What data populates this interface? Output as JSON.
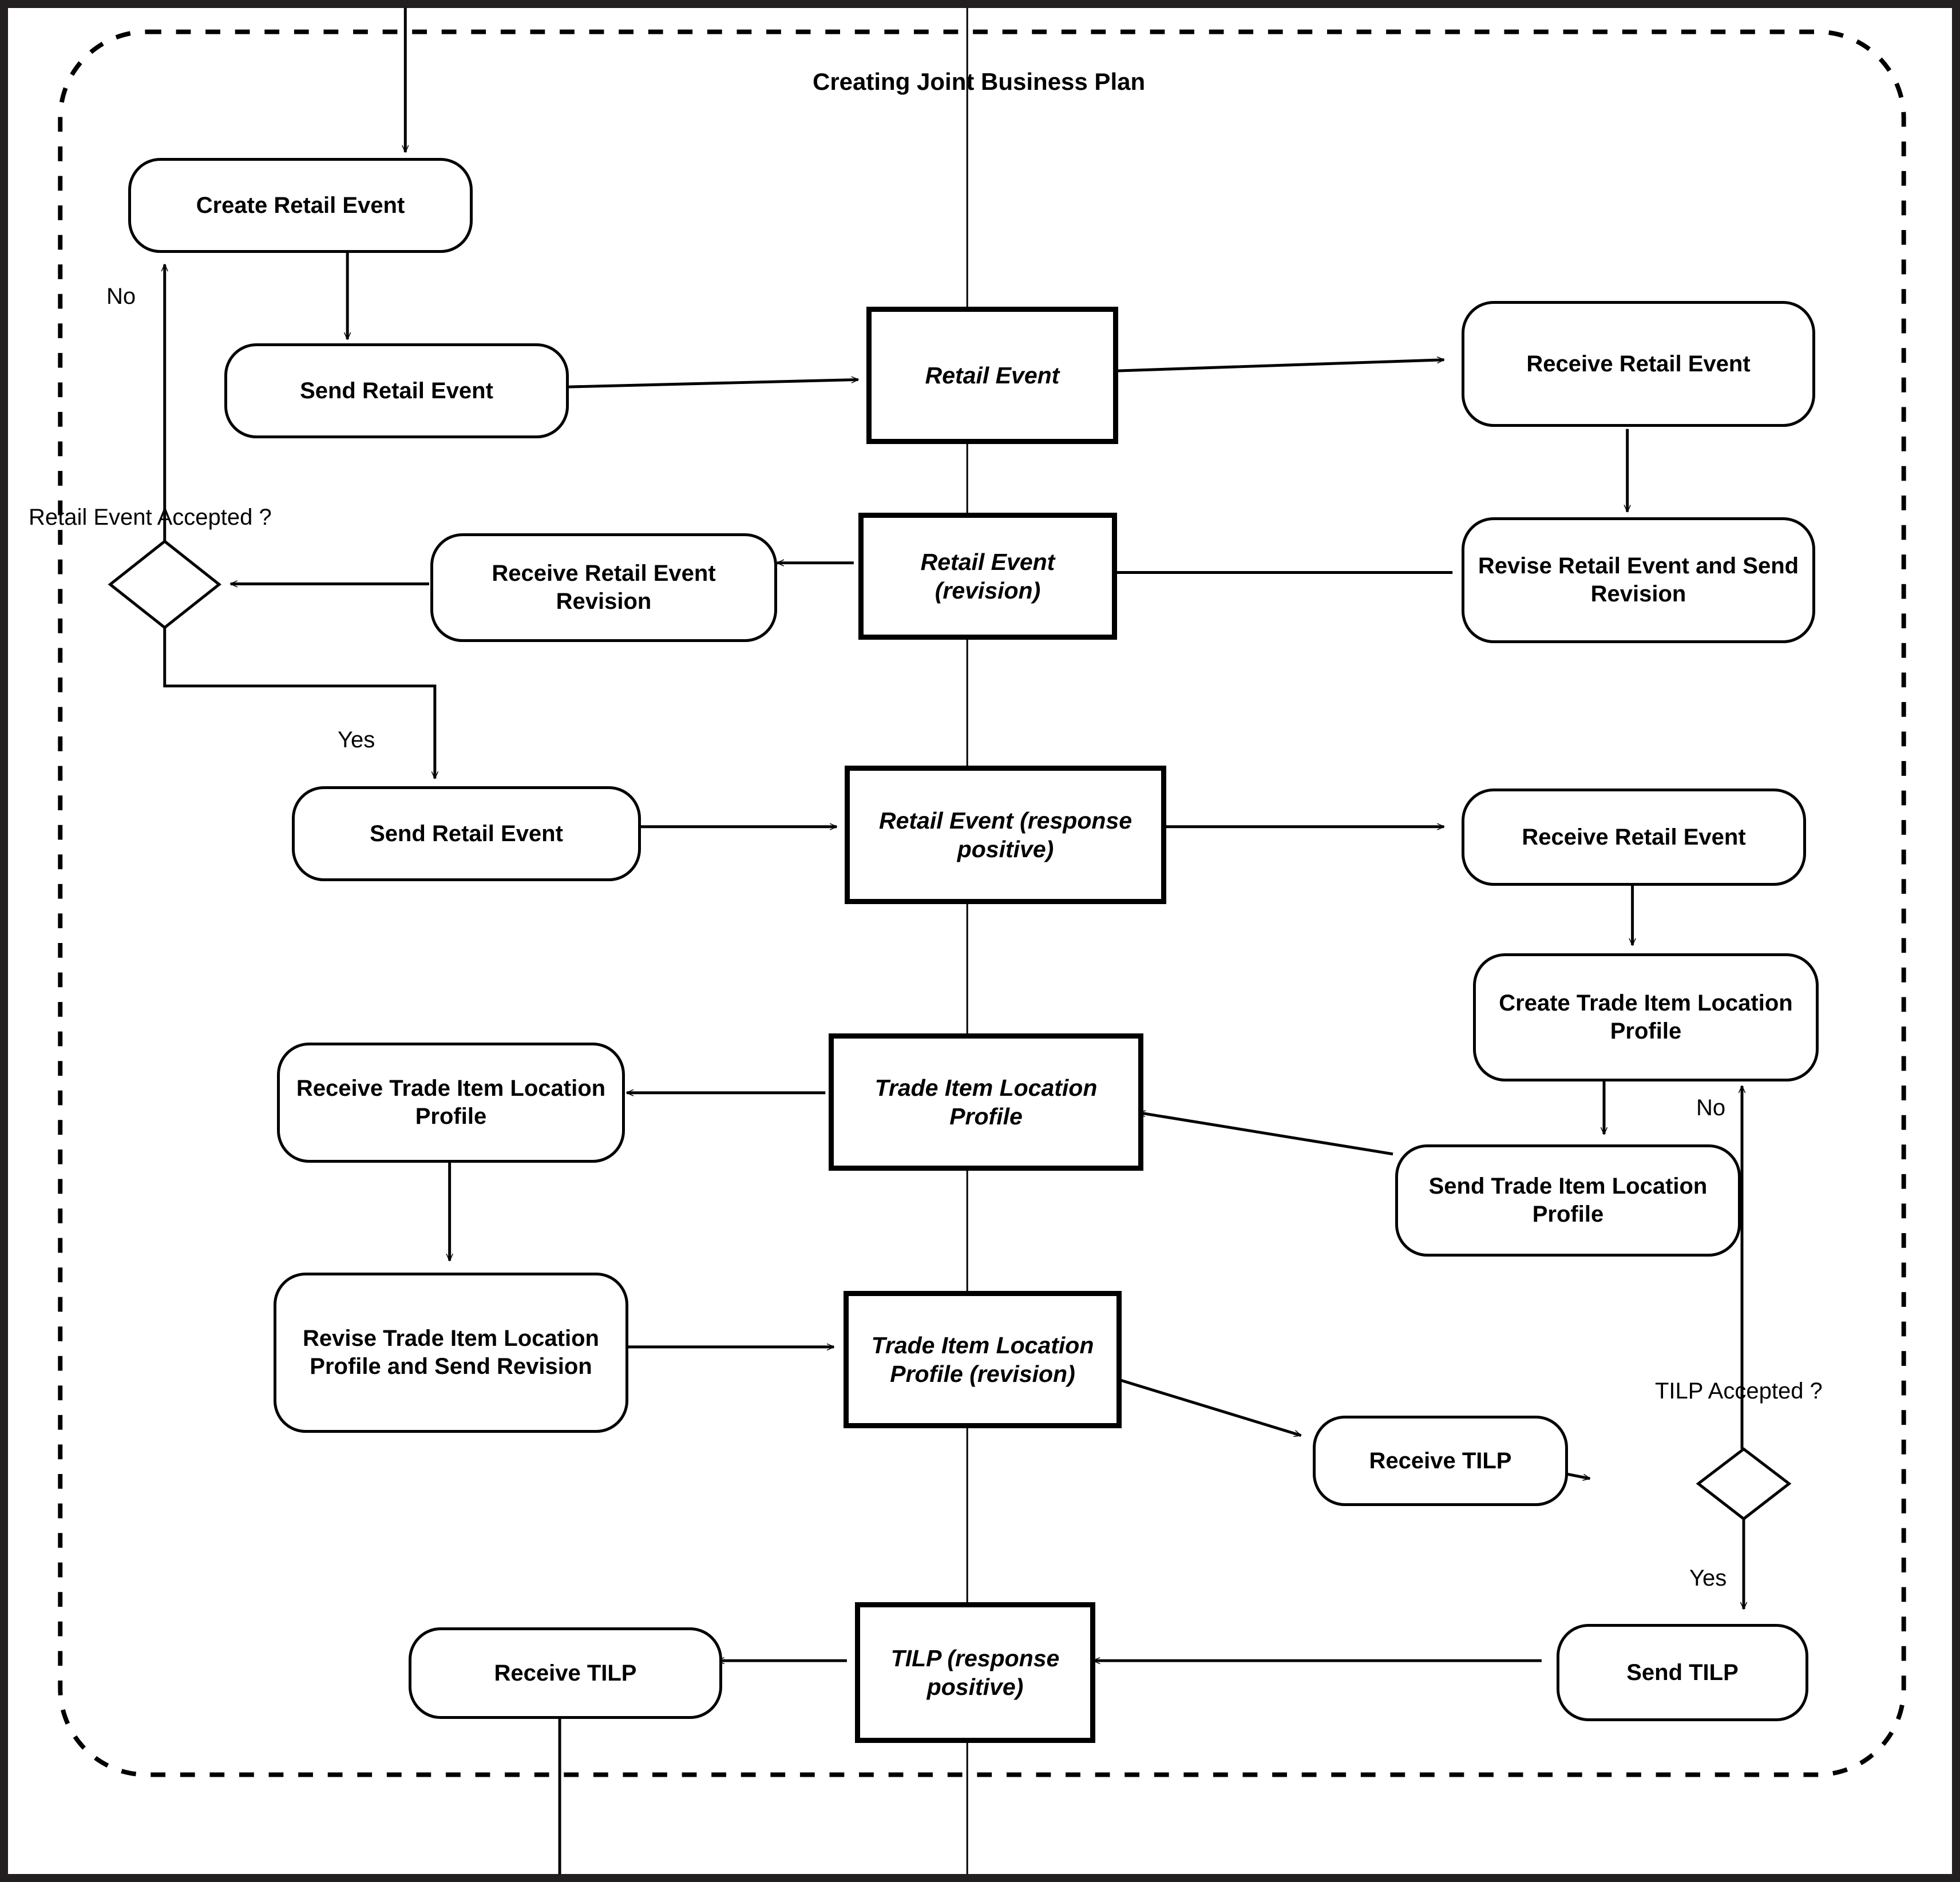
{
  "diagram": {
    "title": "Creating Joint Business Plan",
    "frame": {
      "style": "dashed-rounded-rectangle"
    },
    "lane_divider": {
      "style": "thin-vertical-line"
    }
  },
  "nodes": [
    {
      "id": "create-retail-event",
      "kind": "action",
      "label": "Create Retail Event"
    },
    {
      "id": "send-retail-event-1",
      "kind": "action",
      "label": "Send Retail Event"
    },
    {
      "id": "retail-event-doc",
      "kind": "document",
      "label": "Retail Event"
    },
    {
      "id": "receive-retail-event-1",
      "kind": "action",
      "label": "Receive Retail Event"
    },
    {
      "id": "revise-retail-event",
      "kind": "action",
      "label": "Revise Retail Event and Send Revision"
    },
    {
      "id": "retail-event-revision-doc",
      "kind": "document",
      "label": "Retail Event (revision)"
    },
    {
      "id": "receive-retail-event-rev",
      "kind": "action",
      "label": "Receive Retail Event Revision"
    },
    {
      "id": "retail-event-accepted",
      "kind": "decision",
      "label": "Retail Event Accepted ?"
    },
    {
      "id": "send-retail-event-2",
      "kind": "action",
      "label": "Send Retail Event"
    },
    {
      "id": "retail-event-response-doc",
      "kind": "document",
      "label": "Retail Event (response positive)"
    },
    {
      "id": "receive-retail-event-2",
      "kind": "action",
      "label": "Receive Retail Event"
    },
    {
      "id": "create-tilp",
      "kind": "action",
      "label": "Create Trade Item Location Profile"
    },
    {
      "id": "send-tilp-1",
      "kind": "action",
      "label": "Send Trade Item Location Profile"
    },
    {
      "id": "tilp-doc",
      "kind": "document",
      "label": "Trade Item Location Profile"
    },
    {
      "id": "receive-tilp-1",
      "kind": "action",
      "label": "Receive Trade Item Location Profile"
    },
    {
      "id": "revise-tilp",
      "kind": "action",
      "label": "Revise Trade Item Location Profile and Send Revision"
    },
    {
      "id": "tilp-revision-doc",
      "kind": "document",
      "label": "Trade Item Location Profile (revision)"
    },
    {
      "id": "receive-tilp-2",
      "kind": "action",
      "label": "Receive TILP"
    },
    {
      "id": "tilp-accepted",
      "kind": "decision",
      "label": "TILP Accepted ?"
    },
    {
      "id": "send-tilp-2",
      "kind": "action",
      "label": "Send TILP"
    },
    {
      "id": "tilp-response-doc",
      "kind": "document",
      "label": "TILP (response positive)"
    },
    {
      "id": "receive-tilp-3",
      "kind": "action",
      "label": "Receive TILP"
    }
  ],
  "guards": {
    "retail_event_accepted_question": "Retail Event Accepted ?",
    "retail_event_no": "No",
    "retail_event_yes": "Yes",
    "tilp_accepted_question": "TILP Accepted ?",
    "tilp_no": "No",
    "tilp_yes": "Yes"
  },
  "colors": {
    "stroke": "#000000",
    "background": "#ffffff",
    "page_border": "#231f20"
  }
}
